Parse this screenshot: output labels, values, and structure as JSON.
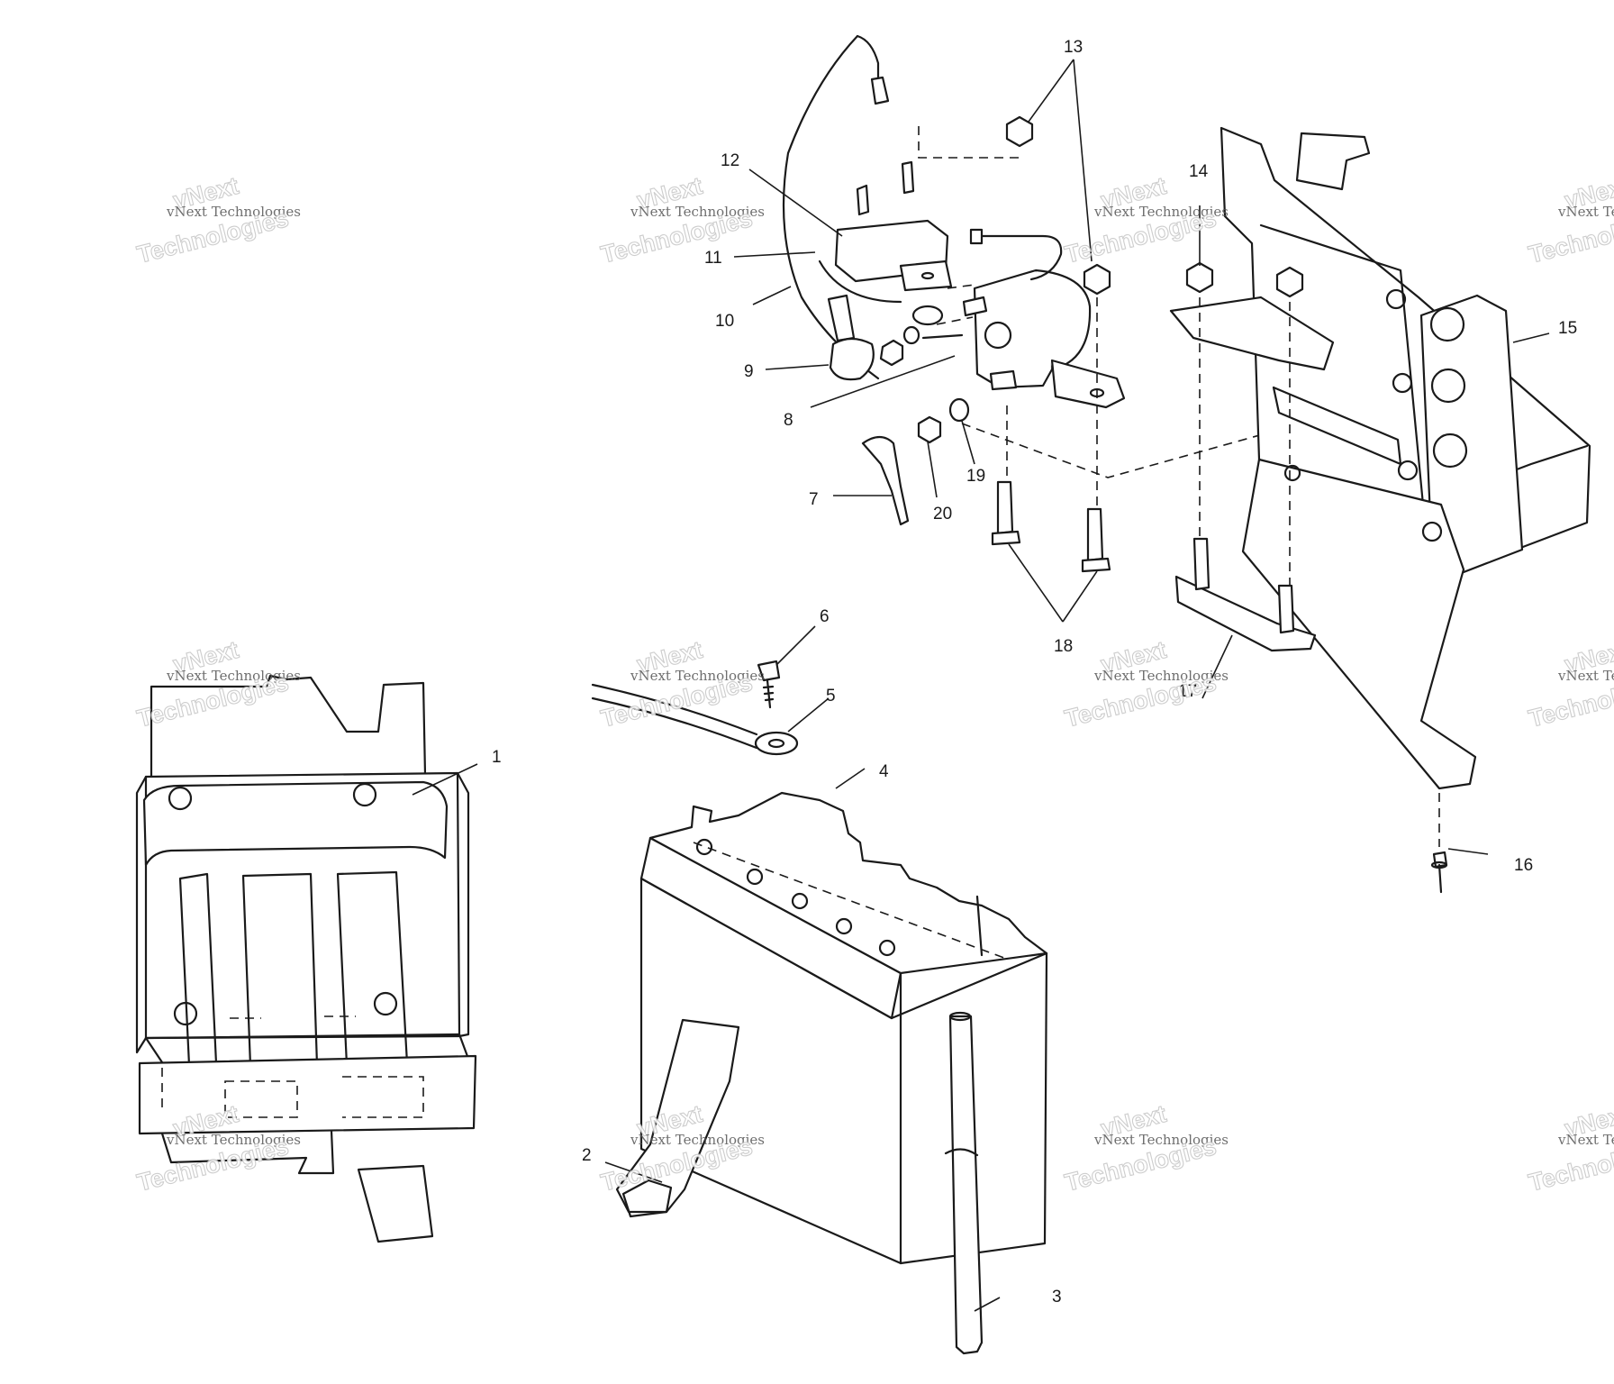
{
  "callouts": [
    "1",
    "2",
    "3",
    "4",
    "5",
    "6",
    "7",
    "8",
    "9",
    "10",
    "11",
    "12",
    "13",
    "14",
    "15",
    "16",
    "17",
    "18",
    "19",
    "20"
  ],
  "watermark": {
    "line1": "vNext Technologies",
    "word_a": "vNext",
    "word_b": "Technologies"
  }
}
